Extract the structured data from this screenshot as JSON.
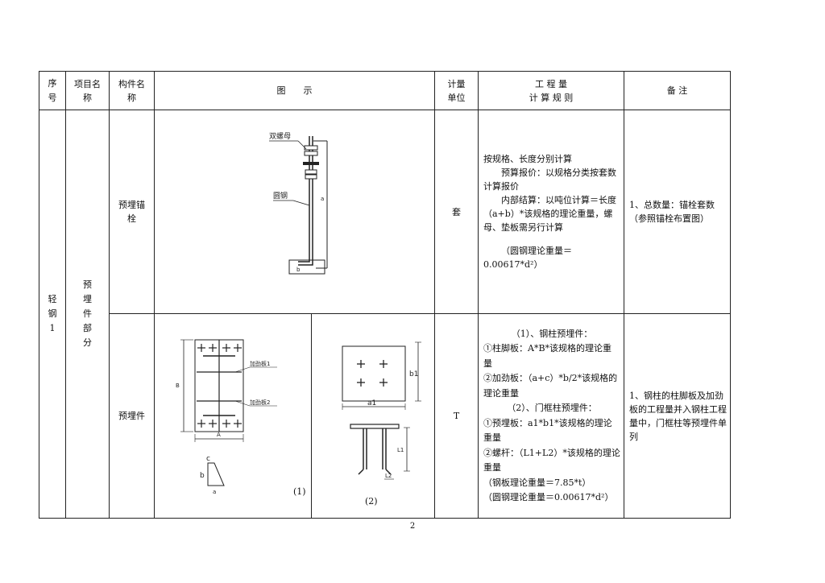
{
  "header": {
    "seq": "序号",
    "item_name": "项目名称",
    "component_name": "构件名称",
    "figure": "图　　示",
    "unit": "计量单位",
    "rule_title_1": "工 程 量",
    "rule_title_2": "计 算 规 则",
    "remark": "备 注"
  },
  "group": {
    "seq": "轻钢1",
    "item": "预埋件部分"
  },
  "rows": [
    {
      "component": "预埋锚栓",
      "unit": "套",
      "diagram_labels": {
        "double_nut": "双螺母",
        "rebar": "圆钢",
        "a": "a",
        "b": "b"
      },
      "rules": [
        "按规格、长度分别计算",
        "预算报价：以规格分类按套数计算报价",
        "内部结算：以吨位计算＝长度（a+b）*该规格的理论重量，螺母、垫板需另行计算",
        "（圆钢理论重量＝0.00617*d²）"
      ],
      "remark": "1、总数量：锚栓套数（参照锚栓布置图）"
    },
    {
      "component": "预埋件",
      "unit": "T",
      "diagram_labels": {
        "stiffener_1": "加劲板1",
        "stiffener_2": "加劲板2",
        "A": "A",
        "B": "B",
        "c": "c",
        "b": "b",
        "a": "a",
        "a1": "a1",
        "b1": "b1",
        "L1": "L1",
        "L2": "L2",
        "fig1": "(1)",
        "fig2": "(2)"
      },
      "rules": [
        "（1）、钢柱预埋件：",
        "①柱脚板：A*B*该规格的理论重量",
        "②加劲板：（a+c）*b/2*该规格的理论重量",
        "（2）、门框柱预埋件：",
        "①预埋板：a1*b1*该规格的理论重量",
        "②螺杆：（L1+L2）*该规格的理论重量",
        "（钢板理论重量＝7.85*t）",
        "（圆钢理论重量＝0.00617*d²）"
      ],
      "remark": "1、钢柱的柱脚板及加劲板的工程量并入钢柱工程量中，门框柱等预埋件单列"
    }
  ],
  "page_number": "2"
}
